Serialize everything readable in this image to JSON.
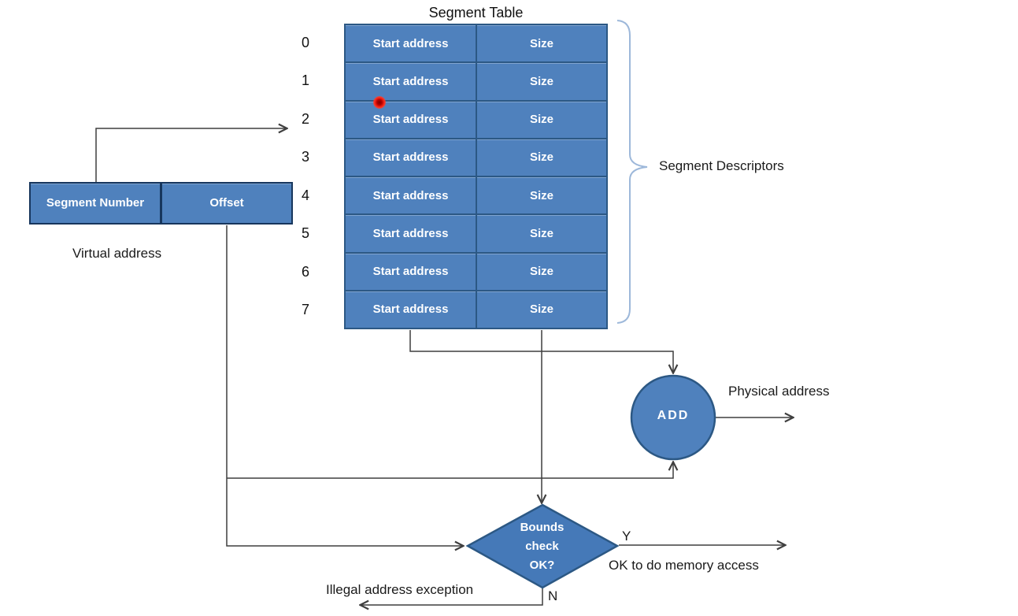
{
  "segment_table": {
    "title": "Segment Table",
    "rows": [
      {
        "index": "0",
        "start": "Start address",
        "size": "Size"
      },
      {
        "index": "1",
        "start": "Start address",
        "size": "Size"
      },
      {
        "index": "2",
        "start": "Start address",
        "size": "Size"
      },
      {
        "index": "3",
        "start": "Start address",
        "size": "Size"
      },
      {
        "index": "4",
        "start": "Start address",
        "size": "Size"
      },
      {
        "index": "5",
        "start": "Start address",
        "size": "Size"
      },
      {
        "index": "6",
        "start": "Start address",
        "size": "Size"
      },
      {
        "index": "7",
        "start": "Start address",
        "size": "Size"
      }
    ],
    "descriptors_label": "Segment Descriptors"
  },
  "virtual_address": {
    "segment_number_label": "Segment Number",
    "offset_label": "Offset",
    "caption": "Virtual address"
  },
  "add_node": {
    "label": "ADD",
    "output_label": "Physical address"
  },
  "bounds_check": {
    "lines": [
      "Bounds",
      "check",
      "OK?"
    ],
    "yes_label": "Y",
    "no_label": "N",
    "yes_result": "OK to do memory access",
    "no_result": "Illegal address exception"
  },
  "colors": {
    "node_fill": "#4f81bd",
    "node_border": "#2c5884",
    "va_border": "#17365d",
    "connector": "#3f3f3f",
    "brace": "#9db8da",
    "cell_text": "#ffffff",
    "label_text": "#1a1a1a",
    "cursor_dot": "#ff2a1a"
  }
}
